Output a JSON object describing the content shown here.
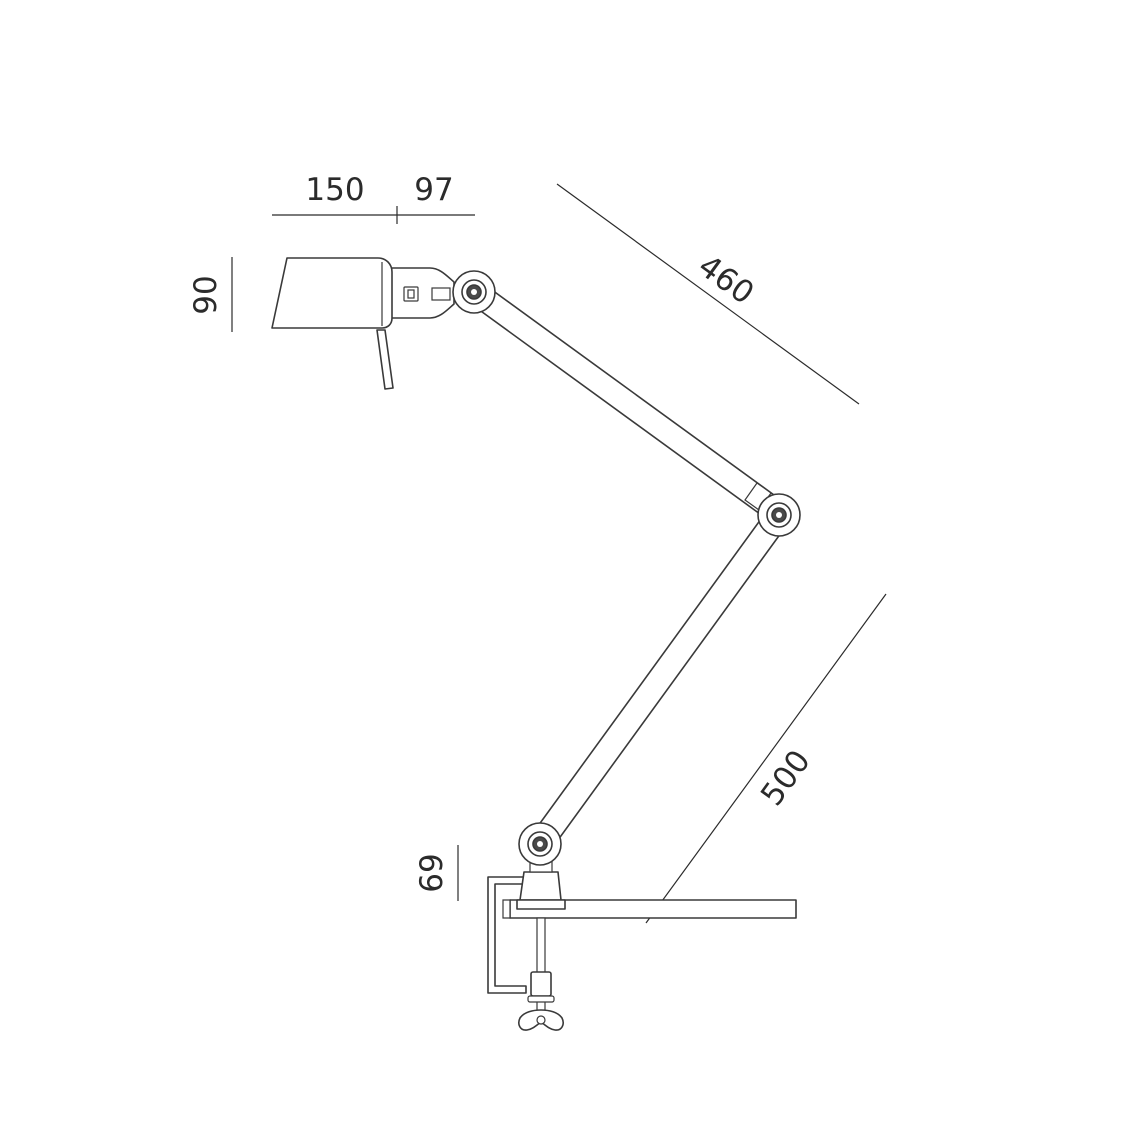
{
  "diagram": {
    "dimensions": {
      "shade_length": "150",
      "shade_offset": "97",
      "shade_height": "90",
      "upper_arm": "460",
      "lower_arm": "500",
      "base_height": "69"
    },
    "colors": {
      "line": "#3a3a3a",
      "dimension": "#2b2b2b",
      "background": "#ffffff"
    }
  }
}
